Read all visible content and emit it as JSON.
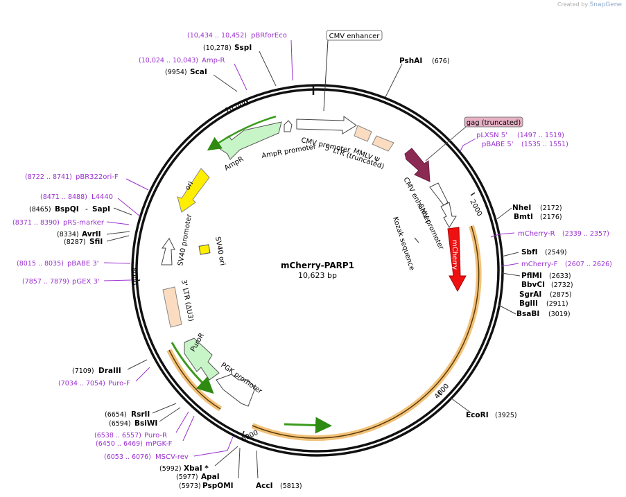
{
  "credit": {
    "prefix": "Created by",
    "brand": "SnapGene"
  },
  "plasmid": {
    "name": "mCherry-PARP1",
    "length_label": "10,623 bp",
    "total_bp": 10623
  },
  "ticks": [
    {
      "label": "2000",
      "bp": 2000
    },
    {
      "label": "4000",
      "bp": 4000
    },
    {
      "label": "6000",
      "bp": 6000
    },
    {
      "label": "8000",
      "bp": 8000
    },
    {
      "label": "10,000",
      "bp": 10000
    }
  ],
  "enzymes": [
    {
      "name": "PshAI",
      "pos": "(676)"
    },
    {
      "name": "NheI",
      "pos": "(2172)"
    },
    {
      "name": "BmtI",
      "pos": "(2176)"
    },
    {
      "name": "SbfI",
      "pos": "(2549)"
    },
    {
      "name": "PflMI",
      "pos": "(2633)"
    },
    {
      "name": "BbvCI",
      "pos": "(2732)"
    },
    {
      "name": "SgrAI",
      "pos": "(2875)"
    },
    {
      "name": "BglII",
      "pos": "(2911)"
    },
    {
      "name": "BsaBI",
      "pos": "(3019)"
    },
    {
      "name": "EcoRI",
      "pos": "(3925)"
    },
    {
      "name": "AccI",
      "pos": "(5813)"
    },
    {
      "name": "PspOMI",
      "pos": "(5973)"
    },
    {
      "name": "ApaI",
      "pos": "(5977)"
    },
    {
      "name": "XbaI *",
      "pos": "(5992)"
    },
    {
      "name": "BsiWI",
      "pos": "(6594)"
    },
    {
      "name": "RsrII",
      "pos": "(6654)"
    },
    {
      "name": "DraIII",
      "pos": "(7109)"
    },
    {
      "name": "SfiI",
      "pos": "(8287)"
    },
    {
      "name": "AvrII",
      "pos": "(8334)"
    },
    {
      "name": "BspQI",
      "pos": "(8465)"
    },
    {
      "name": "SapI",
      "pos": ""
    },
    {
      "name": "ScaI",
      "pos": "(9954)"
    },
    {
      "name": "SspI",
      "pos": "(10,278)"
    }
  ],
  "primers": [
    {
      "name": "pLXSN 5'",
      "pos": "(1497 .. 1519)"
    },
    {
      "name": "pBABE 5'",
      "pos": "(1535 .. 1551)"
    },
    {
      "name": "mCherry-R",
      "pos": "(2339 .. 2357)"
    },
    {
      "name": "mCherry-F",
      "pos": "(2607 .. 2626)"
    },
    {
      "name": "MSCV-rev",
      "pos": "(6053 .. 6076)"
    },
    {
      "name": "mPGK-F",
      "pos": "(6450 .. 6469)"
    },
    {
      "name": "Puro-R",
      "pos": "(6538 .. 6557)"
    },
    {
      "name": "Puro-F",
      "pos": "(7034 .. 7054)"
    },
    {
      "name": "pGEX 3'",
      "pos": "(7857 .. 7879)"
    },
    {
      "name": "pBABE 3'",
      "pos": "(8015 .. 8035)"
    },
    {
      "name": "pRS-marker",
      "pos": "(8371 .. 8390)"
    },
    {
      "name": "L4440",
      "pos": "(8471 .. 8488)"
    },
    {
      "name": "pBR322ori-F",
      "pos": "(8722 .. 8741)"
    },
    {
      "name": "Amp-R",
      "pos": "(10,024 .. 10,043)"
    },
    {
      "name": "pBRforEco",
      "pos": "(10,434 .. 10,452)"
    }
  ],
  "features": {
    "cmv_enhancer_top": "CMV enhancer",
    "gag": "gag (truncated)",
    "cmv_promoter_inner": "CMV promoter",
    "ltr5": "5' LTR (truncated)",
    "mmlv": "MMLV Ψ",
    "ampr_promoter": "AmpR promoter",
    "ampr": "AmpR",
    "ori": "ori",
    "cmv_enhancer_2": "CMV enhancer",
    "cmv_promoter_2": "CMV promoter",
    "kozak": "Kozak sequence",
    "mcherry": "mCherry",
    "sv40_promoter": "SV40 promoter",
    "sv40_ori": "SV40 ori",
    "ltr3": "3' LTR (ΔU3)",
    "puror": "PuroR",
    "pgk_promoter": "PGK promoter"
  },
  "colors": {
    "enzyme": "#000000",
    "primer": "#9b30d0",
    "ampr": "#c8f5c8",
    "ori": "#ffee00",
    "mcherry": "#ee1111",
    "gag": "#8b2a52",
    "ltr": "#fcdcc0",
    "orf_arc": "#f2c27a",
    "orf_arrow": "#3a9a1a"
  }
}
